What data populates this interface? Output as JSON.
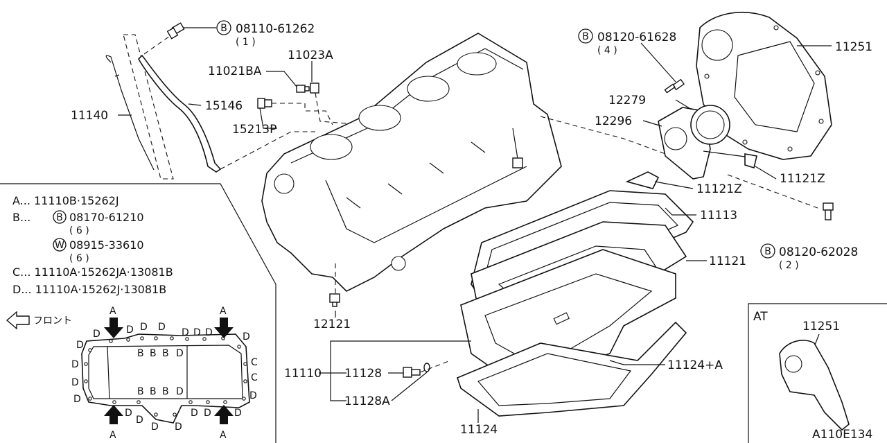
{
  "callouts": {
    "p1": "08110-61262",
    "p1_qty": "( 1 )",
    "p2": "11023A",
    "p3": "11021BA",
    "p4": "15146",
    "p5": "11140",
    "p6": "15213P",
    "p7": "08120-61628",
    "p7_qty": "( 4 )",
    "p8": "11251",
    "p9": "12279",
    "p10": "12296",
    "p11": "11121Z",
    "p12": "11121Z",
    "p13": "11113",
    "p14": "08120-62028",
    "p14_qty": "( 2 )",
    "p15": "11121",
    "p16": "12121",
    "p17": "11124+A",
    "p18": "11110",
    "p19": "11128",
    "p20": "11128A",
    "p21": "11124",
    "b_marker": "B",
    "w_marker": "W"
  },
  "legend": {
    "a": "A... 11110B·15262J",
    "b_prefix": "B...",
    "b_part": "08170-61210",
    "b_qty": "( 6 )",
    "w_part": "08915-33610",
    "w_qty": "( 6 )",
    "c": "C... 11110A·15262JA·13081B",
    "d": "D... 11110A·15262J·13081B",
    "front": "フロント",
    "letter_a": "A",
    "letter_b": "B",
    "letter_c": "C",
    "letter_d": "D"
  },
  "inset": {
    "title": "AT",
    "part": "11251"
  },
  "diagram_id": "A110E134"
}
